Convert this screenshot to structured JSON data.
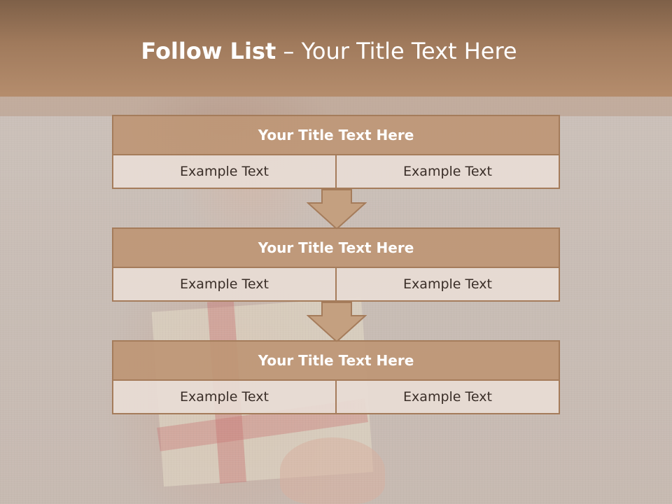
{
  "header": {
    "title_strong": "Follow List",
    "title_rest": " – Your Title Text Here"
  },
  "blocks": [
    {
      "title": "Your Title Text Here",
      "cells": [
        "Example Text",
        "Example Text"
      ]
    },
    {
      "title": "Your Title Text Here",
      "cells": [
        "Example Text",
        "Example Text"
      ]
    },
    {
      "title": "Your Title Text Here",
      "cells": [
        "Example Text",
        "Example Text"
      ]
    }
  ],
  "colors": {
    "header": "#a07a5c",
    "box_title": "#be9675",
    "box_border": "#a57c5b",
    "box_cell": "#e8dcd5",
    "arrow_fill": "#c4a080"
  },
  "icons": [
    "down-arrow-icon",
    "down-arrow-icon"
  ]
}
